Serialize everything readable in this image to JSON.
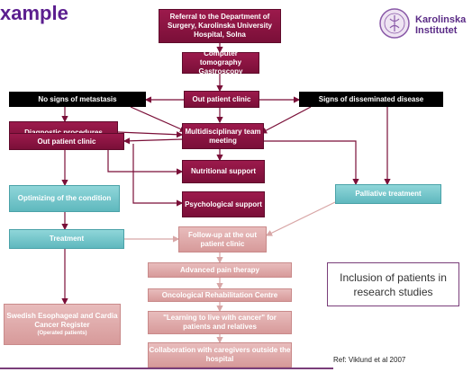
{
  "header": {
    "title_fragment": "xample",
    "institution": {
      "line1": "Karolinska",
      "line2": "Institutet"
    }
  },
  "boxes": {
    "referral": "Referral to the Department of Surgery, Karolinska University Hospital, Solna",
    "ct": "Computer tomography Gastroscopy",
    "outpatient_center": "Out patient clinic",
    "no_metastasis": "No signs of metastasis",
    "disseminated": "Signs of disseminated disease",
    "diagnostic": "Diagnostic procedures",
    "mdt": "Multidisciplinary team meeting",
    "outpatient_left": "Out patient clinic",
    "nutritional": "Nutritional support",
    "psychological": "Psychological support",
    "palliative": "Palliative treatment",
    "optimizing": "Optimizing of the condition",
    "treatment": "Treatment",
    "followup": "Follow-up at the out patient clinic",
    "pain": "Advanced pain therapy",
    "rehab": "Oncological Rehabilitation Centre",
    "learning": "\"Learning to live with cancer\" for patients and relatives",
    "collab": "Collaboration with caregivers outside the hospital",
    "register": "Swedish Esophageal and Cardia Cancer Register",
    "register_sub": "(Operated patients)"
  },
  "inclusion": "Inclusion of patients in research studies",
  "reference": "Ref: Viklund et al 2007",
  "colors": {
    "maroon": "#8b1340",
    "teal": "#6cc4c8",
    "faded": "#dcaaaa",
    "arrow": "#7a0f38",
    "faded_arrow": "#d8a6a6"
  }
}
